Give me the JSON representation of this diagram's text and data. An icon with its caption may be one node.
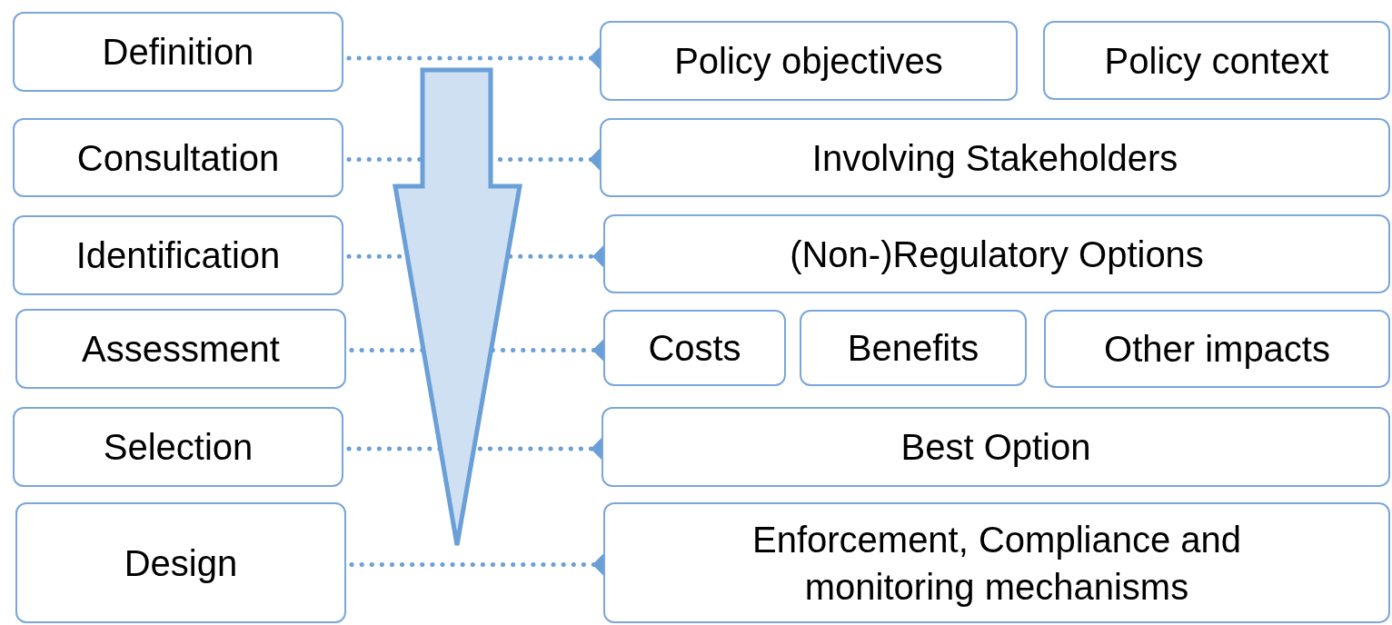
{
  "diagram": {
    "nodes": [
      {
        "text": [
          "Definition"
        ]
      },
      {
        "text": [
          "Policy objectives"
        ]
      },
      {
        "text": [
          "Policy context"
        ]
      },
      {
        "text": [
          "Consultation"
        ]
      },
      {
        "text": [
          "Involving Stakeholders"
        ]
      },
      {
        "text": [
          "Identification"
        ]
      },
      {
        "text": [
          "(Non-)Regulatory Options"
        ]
      },
      {
        "text": [
          "Assessment"
        ]
      },
      {
        "text": [
          "Costs"
        ]
      },
      {
        "text": [
          "Benefits"
        ]
      },
      {
        "text": [
          "Other impacts"
        ]
      },
      {
        "text": [
          "Selection"
        ]
      },
      {
        "text": [
          "Best Option"
        ]
      },
      {
        "text": [
          "Design"
        ]
      },
      {
        "text": [
          "Enforcement, Compliance and monitoring mechanisms"
        ]
      }
    ],
    "edges": [
      {
        "from": 0,
        "to": 1,
        "arrow": "other"
      },
      {
        "from": 3,
        "to": 4,
        "arrow": "other"
      },
      {
        "from": 5,
        "to": 6,
        "arrow": "other"
      },
      {
        "from": 7,
        "to": 8,
        "arrow": "other"
      },
      {
        "from": 11,
        "to": 12,
        "arrow": "other"
      },
      {
        "from": 13,
        "to": 14,
        "arrow": "other"
      }
    ]
  }
}
